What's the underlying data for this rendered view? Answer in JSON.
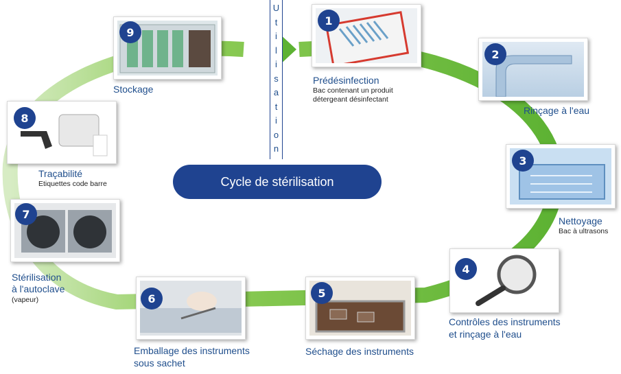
{
  "center_title": "Cycle de stérilisation",
  "vertical_word": [
    "U",
    "t",
    "i",
    "l",
    "i",
    "s",
    "a",
    "t",
    "i",
    "o",
    "n"
  ],
  "colors": {
    "ring": "#7ac142",
    "ring_light": "#c9e6b0",
    "badge": "#1f4390",
    "label": "#1f4e8c"
  },
  "steps": [
    {
      "number": "1",
      "label": "Prédésinfection",
      "sub": [
        "Bac contenant un produit",
        "détergeant désinfectant"
      ],
      "image": "instrument-tray-image"
    },
    {
      "number": "2",
      "label": "Rinçage à l'eau",
      "sub": [],
      "image": "faucet-image"
    },
    {
      "number": "3",
      "label": "Nettoyage",
      "sub": [
        "Bac à ultrasons"
      ],
      "image": "ultrasonic-bath-image"
    },
    {
      "number": "4",
      "label": "Contrôles des instruments",
      "label2": "et rinçage à l'eau",
      "sub": [],
      "image": "magnifier-image"
    },
    {
      "number": "5",
      "label": "Séchage des instruments",
      "sub": [],
      "image": "drying-tank-image"
    },
    {
      "number": "6",
      "label": "Emballage des instruments",
      "label2": "sous sachet",
      "sub": [],
      "image": "packaging-image"
    },
    {
      "number": "7",
      "label": "Stérilisation",
      "label2": "à l'autoclave",
      "sub": [
        "(vapeur)"
      ],
      "image": "autoclave-image"
    },
    {
      "number": "8",
      "label": "Traçabilité",
      "sub": [
        "Etiquettes code barre"
      ],
      "image": "barcode-printer-image"
    },
    {
      "number": "9",
      "label": "Stockage",
      "sub": [],
      "image": "storage-drawer-image"
    }
  ]
}
